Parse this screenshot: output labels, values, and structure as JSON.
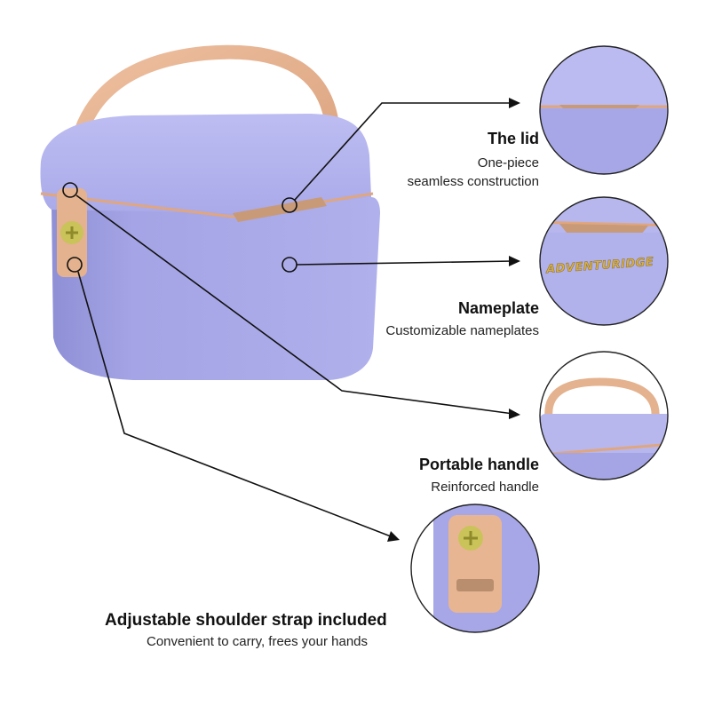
{
  "colors": {
    "body": "#a9a9e8",
    "body_shadow": "#8e8ed4",
    "lid": "#b4b4ee",
    "handle": "#e4b28e",
    "latch": "#c9c35a",
    "gold": "#d8b04a"
  },
  "features": [
    {
      "title": "The lid",
      "lines": [
        "One-piece",
        "seamless construction"
      ]
    },
    {
      "title": "Nameplate",
      "lines": [
        "Customizable nameplates"
      ]
    },
    {
      "title": "Portable handle",
      "lines": [
        "Reinforced handle"
      ]
    },
    {
      "title": "Adjustable shoulder strap included",
      "lines": [
        "Convenient to carry, frees your hands"
      ]
    }
  ],
  "nameplate_brand": "ADVENTURIDGE",
  "icons": [
    "arrow-right-icon",
    "arrow-down-right-icon"
  ]
}
